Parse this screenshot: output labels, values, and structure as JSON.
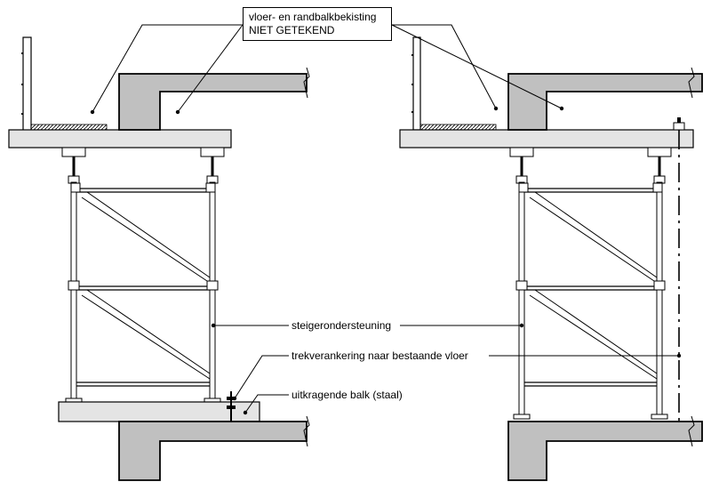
{
  "note": {
    "line1": "vloer- en randbalkbekisting",
    "line2": "NIET GETEKEND"
  },
  "labels": {
    "support": "steigerondersteuning",
    "anchor": "trekverankering naar bestaande vloer",
    "beam": "uitkragende balk (staal)"
  },
  "colors": {
    "concrete": "#c0c0c0",
    "timber": "#e4e4e4",
    "line": "#000000"
  }
}
